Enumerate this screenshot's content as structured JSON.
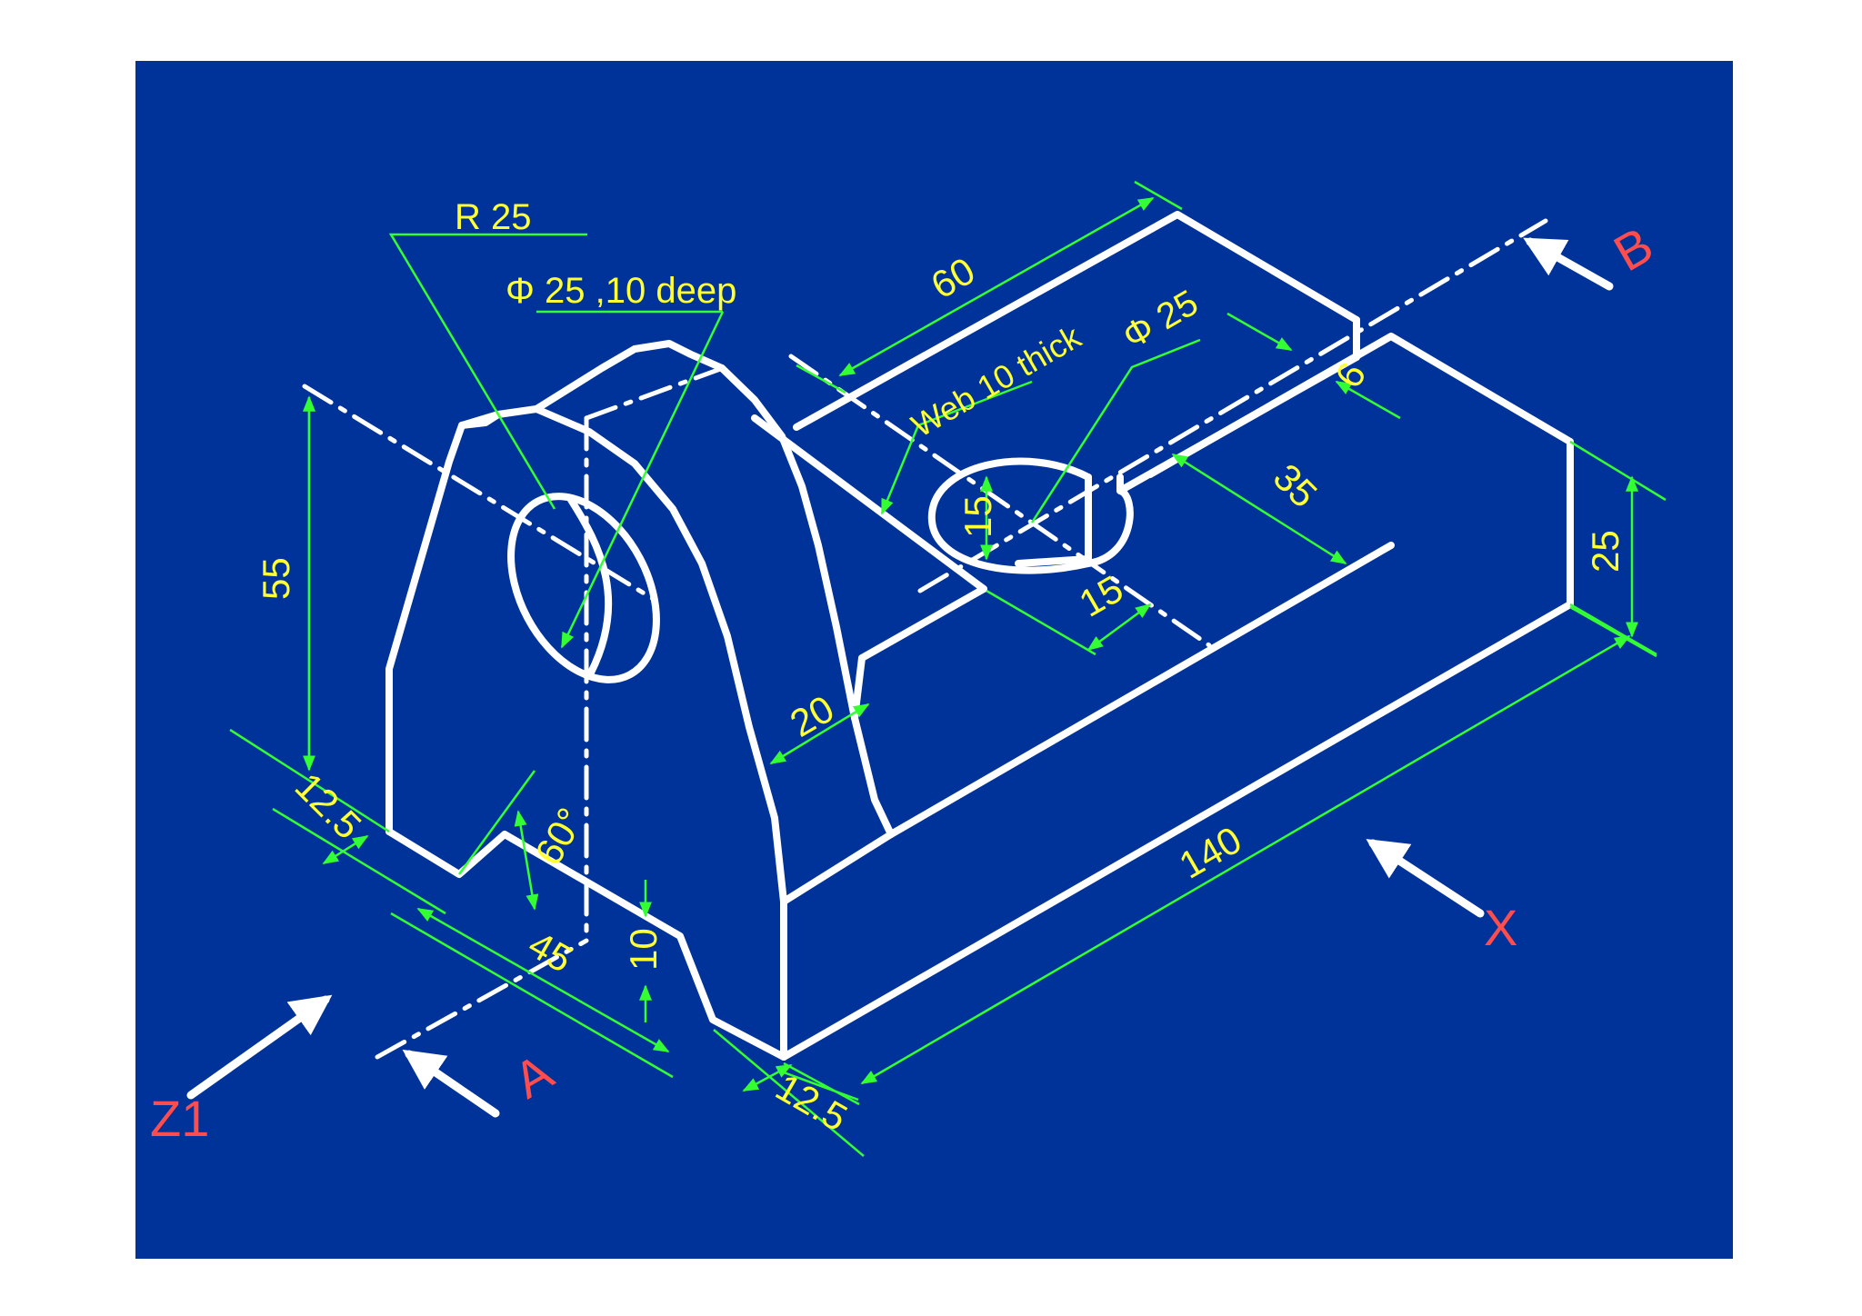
{
  "drawing": {
    "background_color": "#003399",
    "edge_color": "#ffffff",
    "dimension_line_color": "#33ff33",
    "dimension_text_color": "#ffff33",
    "view_label_color": "#ff4d4d"
  },
  "dimensions": {
    "length_60": "60",
    "web_thickness": "Web 10 thick",
    "hole_dia_25": "Φ 25",
    "boss_radius": "R 25",
    "bore_note": "Φ 25 ,10 deep",
    "height_55": "55",
    "width_12_5_left": "12.5",
    "angle_60": "60°",
    "width_45": "45",
    "height_10": "10",
    "width_12_5_bottom": "12.5",
    "thickness_20": "20",
    "length_140": "140",
    "height_25": "25",
    "slot_15_vertical": "15",
    "offset_15": "15",
    "offset_35": "35",
    "offset_6": "6"
  },
  "view_labels": {
    "a": "A",
    "b": "B",
    "x": "X",
    "z1": "Z1"
  }
}
